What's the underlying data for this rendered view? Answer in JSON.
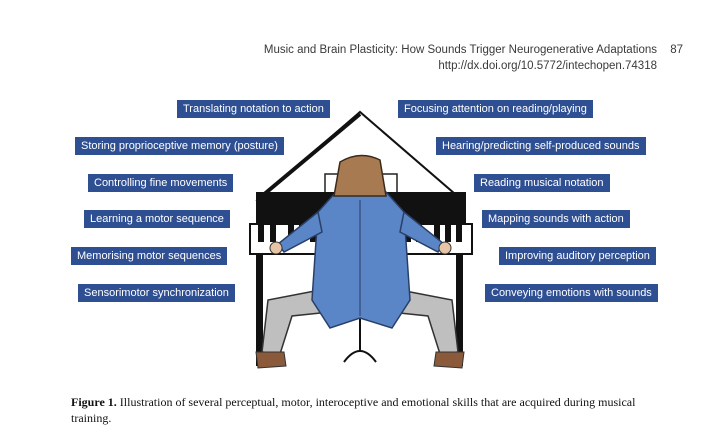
{
  "header": {
    "running_title": "Music and Brain Plasticity: How Sounds Trigger Neurogenerative Adaptations",
    "page_number": "87",
    "doi_url": "http://dx.doi.org/10.5772/intechopen.74318"
  },
  "figure": {
    "labels_left": [
      "Translating notation to action",
      "Storing proprioceptive memory (posture)",
      "Controlling fine movements",
      "Learning a motor sequence",
      "Memorising motor sequences",
      "Sensorimotor synchronization"
    ],
    "labels_right": [
      "Focusing attention on reading/playing",
      "Hearing/predicting self-produced sounds",
      "Reading musical notation",
      "Mapping sounds with action",
      "Improving auditory perception",
      "Conveying emotions with sounds"
    ],
    "label_color": "#2f4f93"
  },
  "caption": {
    "figure_label": "Figure 1.",
    "text": "Illustration of several perceptual, motor, interoceptive and emotional skills that are acquired during musical training."
  }
}
